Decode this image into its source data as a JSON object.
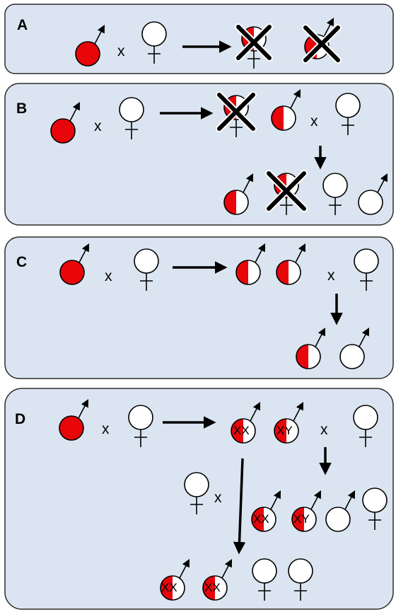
{
  "panels": [
    {
      "label": "A"
    },
    {
      "label": "B"
    },
    {
      "label": "C"
    },
    {
      "label": "D"
    }
  ],
  "cross_symbol": "x",
  "genotype_labels": {
    "xx": "XX",
    "xy": "XY"
  },
  "colors": {
    "panel_fill": "#dbe5f1",
    "red": "#e8060b",
    "white": "#ffffff",
    "outline": "#000000"
  },
  "symbol_names": {
    "male": "male-symbol-icon",
    "female": "female-symbol-icon",
    "lethal": "lethal-cross-icon"
  }
}
